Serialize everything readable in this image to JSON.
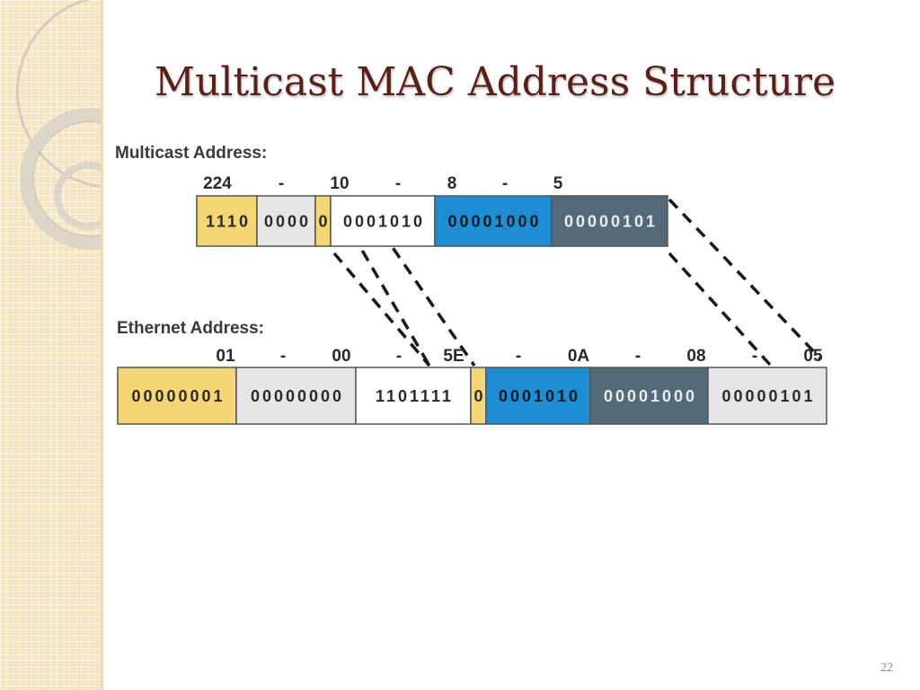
{
  "slide": {
    "title": "Multicast MAC Address Structure",
    "number": "22"
  },
  "multicast": {
    "label": "Multicast Address:",
    "octet_labels": [
      "224",
      "-",
      "10",
      "-",
      "8",
      "-",
      "5"
    ],
    "segments": [
      {
        "bits": "1110",
        "color": "#f5d674",
        "text_color": "#2a2a2a"
      },
      {
        "bits": "0000",
        "color": "#e6e6e6",
        "text_color": "#2a2a2a"
      },
      {
        "bits": "0",
        "color": "#f5d674",
        "text_color": "#2a2a2a"
      },
      {
        "bits": "0001010",
        "color": "#ffffff",
        "text_color": "#2a2a2a"
      },
      {
        "bits": "00001000",
        "color": "#1b8ed6",
        "text_color": "#1a1a1a"
      },
      {
        "bits": "00000101",
        "color": "#556a78",
        "text_color": "#e8eef2"
      }
    ]
  },
  "ethernet": {
    "label": "Ethernet Address:",
    "octet_labels": [
      "01",
      "-",
      "00",
      "-",
      "5E",
      "-",
      "0A",
      "-",
      "08",
      "-",
      "05"
    ],
    "segments": [
      {
        "bits": "00000001",
        "color": "#f5d674",
        "text_color": "#2a2a2a"
      },
      {
        "bits": "00000000",
        "color": "#e6e6e6",
        "text_color": "#2a2a2a"
      },
      {
        "bits": "1101111",
        "color": "#ffffff",
        "text_color": "#2a2a2a"
      },
      {
        "bits": "0",
        "color": "#f5d674",
        "text_color": "#2a2a2a"
      },
      {
        "bits": "0001010",
        "color": "#1b8ed6",
        "text_color": "#1a1a1a"
      },
      {
        "bits": "00001000",
        "color": "#556a78",
        "text_color": "#e8eef2"
      },
      {
        "bits": "00000101",
        "color": "#e6e6e6",
        "text_color": "#2a2a2a"
      }
    ]
  },
  "colors": {
    "title": "#5a1f17",
    "box_border": "#555555",
    "dash_line": "#1a1a1a"
  }
}
